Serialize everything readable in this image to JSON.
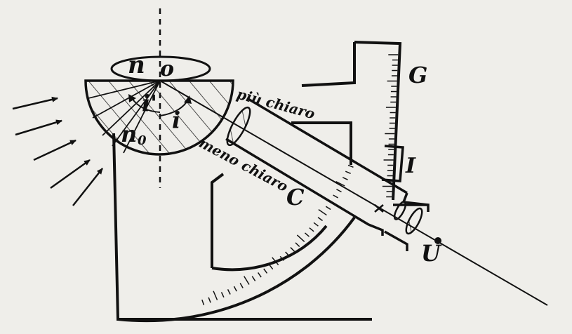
{
  "labels": {
    "n": "n",
    "o": "o",
    "n0": "n",
    "n0_sub": "0",
    "i_prime": "i'",
    "i": "i",
    "G": "G",
    "I": "I",
    "C": "C",
    "U": "U",
    "piu_chiaro": "più chiaro",
    "meno_chiaro": "meno chiaro"
  },
  "colors": {
    "ink": "#111111",
    "paper": "#efeeea",
    "hatch": "#222222"
  }
}
